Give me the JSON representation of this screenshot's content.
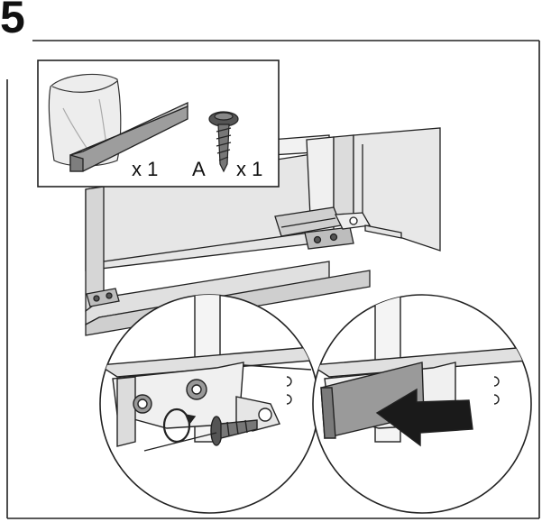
{
  "step": {
    "number": "5"
  },
  "parts": {
    "handle_quantity": "x 1",
    "screw_letter": "A",
    "screw_quantity": "x 1"
  },
  "colors": {
    "line": "#222222",
    "wall": "#e4e4e4",
    "wall_dark": "#d2d2d2",
    "part_grey": "#9a9a9a",
    "arrow": "#1a1a1a"
  }
}
